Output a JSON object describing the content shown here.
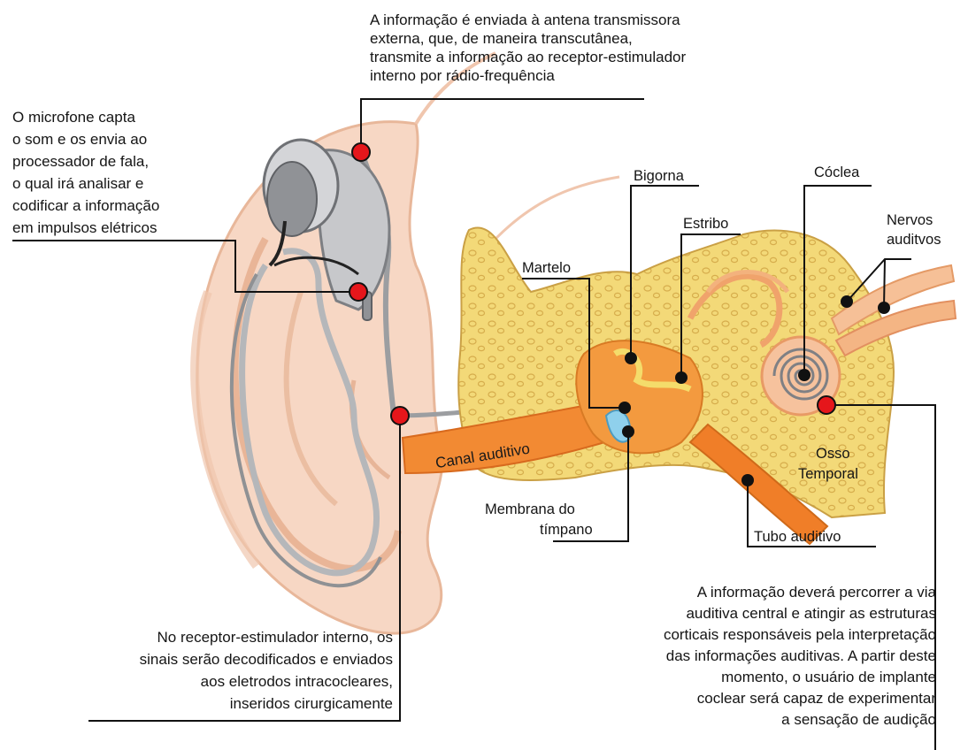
{
  "notes": {
    "antenna": [
      "A informação é enviada à antena transmissora",
      "externa, que, de maneira transcutânea,",
      "transmite a informação ao receptor-estimulador",
      "interno por rádio-frequência"
    ],
    "microphone": [
      "O microfone capta",
      "o som e os envia ao",
      "processador de fala,",
      "o qual irá analisar e",
      "codificar a informação",
      "em impulsos elétricos"
    ],
    "receiver": [
      "No receptor-estimulador interno, os",
      "sinais serão decodificados e enviados",
      "aos eletrodos intracocleares,",
      "inseridos cirurgicamente"
    ],
    "pathway": [
      "A informação deverá percorrer a via",
      "auditiva central e atingir as estruturas",
      "corticais responsáveis pela interpretação",
      "das informações auditivas. A partir deste",
      "momento, o usuário de implante",
      "coclear será capaz de experimentar",
      "a sensação de audição"
    ]
  },
  "labels": {
    "bigorna": "Bigorna",
    "coclea": "Cóclea",
    "nervos_1": "Nervos",
    "nervos_2": "auditvos",
    "estribo": "Estribo",
    "martelo": "Martelo",
    "canal": "Canal auditivo",
    "osso_1": "Osso",
    "osso_2": "Temporal",
    "membrana_1": "Membrana do",
    "membrana_2": "tímpano",
    "tubo": "Tubo auditivo"
  },
  "colors": {
    "marker_red": "#e5161b",
    "marker_black": "#111111",
    "bone": "#f2d774",
    "bone_dot": "#d9b452",
    "canal": "#f07e28",
    "skin": "#f6d2bd",
    "device": "#a9aaad",
    "cable": "#8f9194",
    "membrane": "#8fd0ec"
  }
}
